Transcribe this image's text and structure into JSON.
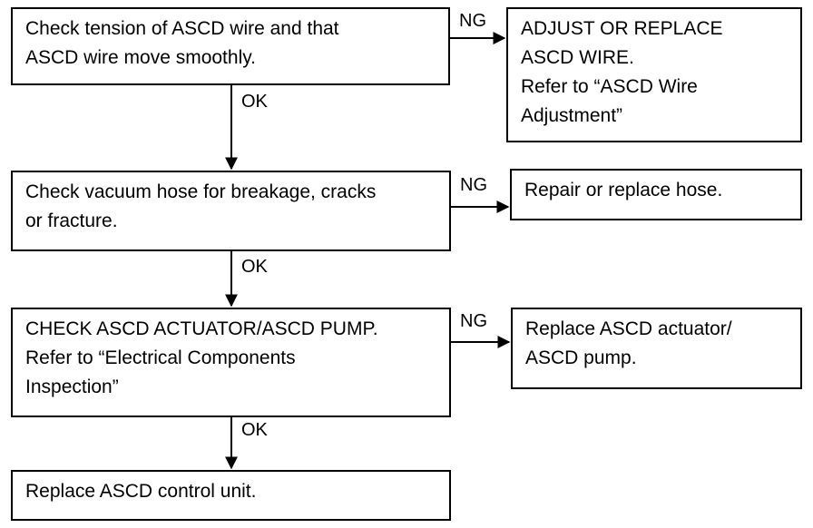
{
  "flowchart": {
    "steps": [
      {
        "lines": [
          "Check tension of ASCD wire and that",
          "ASCD wire move smoothly."
        ]
      },
      {
        "lines": [
          "Check vacuum hose for breakage, cracks",
          "or fracture."
        ]
      },
      {
        "lines": [
          "CHECK ASCD ACTUATOR/ASCD PUMP.",
          "Refer to “Electrical Components",
          "Inspection”"
        ]
      },
      {
        "lines": [
          "Replace ASCD control unit."
        ]
      }
    ],
    "remedies": [
      {
        "lines": [
          "ADJUST OR REPLACE",
          "ASCD WIRE.",
          "Refer to “ASCD Wire",
          "Adjustment”"
        ]
      },
      {
        "lines": [
          "Repair or replace hose."
        ]
      },
      {
        "lines": [
          "Replace ASCD actuator/",
          "ASCD pump."
        ]
      }
    ],
    "ok_label": "OK",
    "ng_label": "NG"
  },
  "colors": {
    "line": "#000000",
    "background": "#ffffff"
  }
}
